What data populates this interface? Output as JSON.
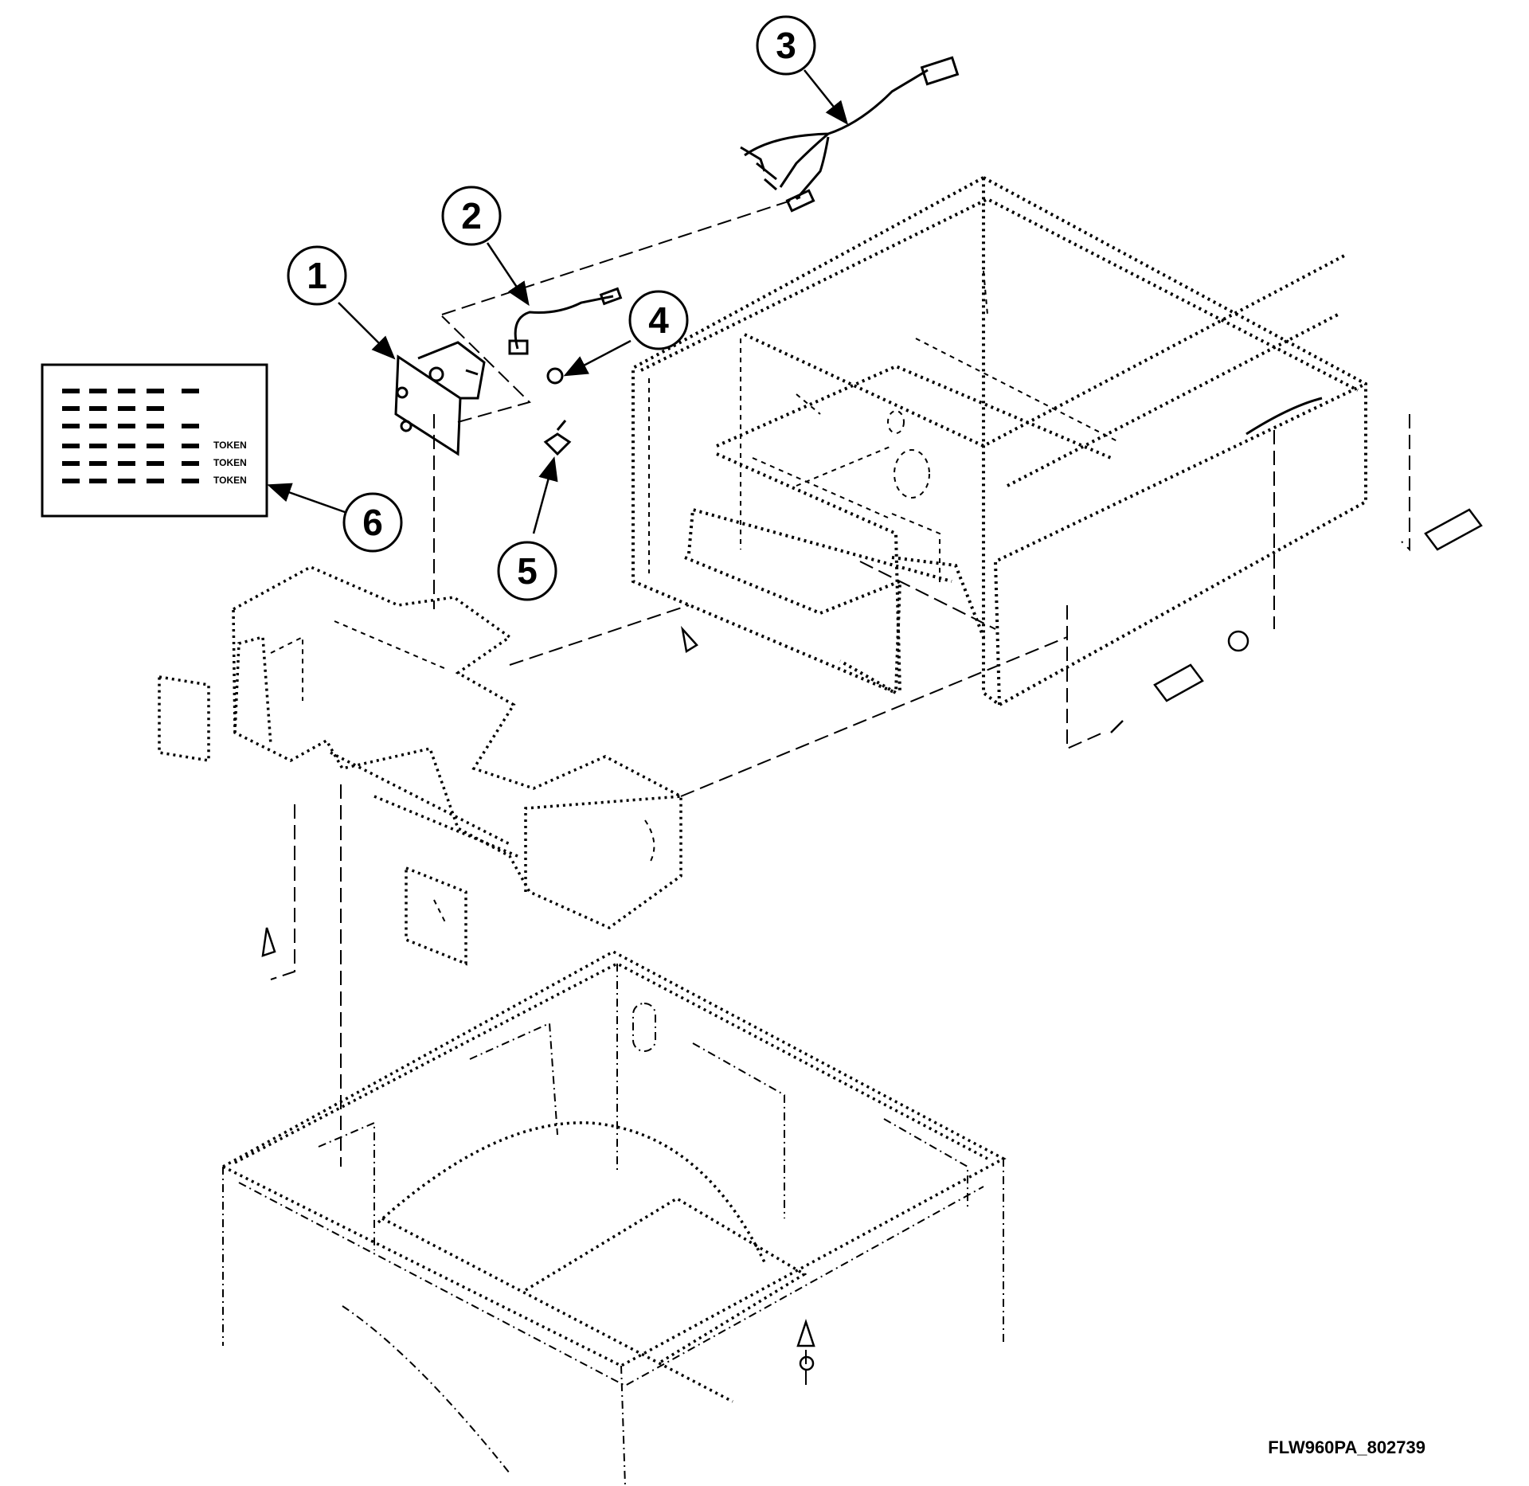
{
  "callouts": [
    "1",
    "2",
    "3",
    "4",
    "5",
    "6"
  ],
  "decal": {
    "token_labels": [
      "TOKEN",
      "TOKEN",
      "TOKEN"
    ]
  },
  "drawing_id": "FLW960PA_802739"
}
